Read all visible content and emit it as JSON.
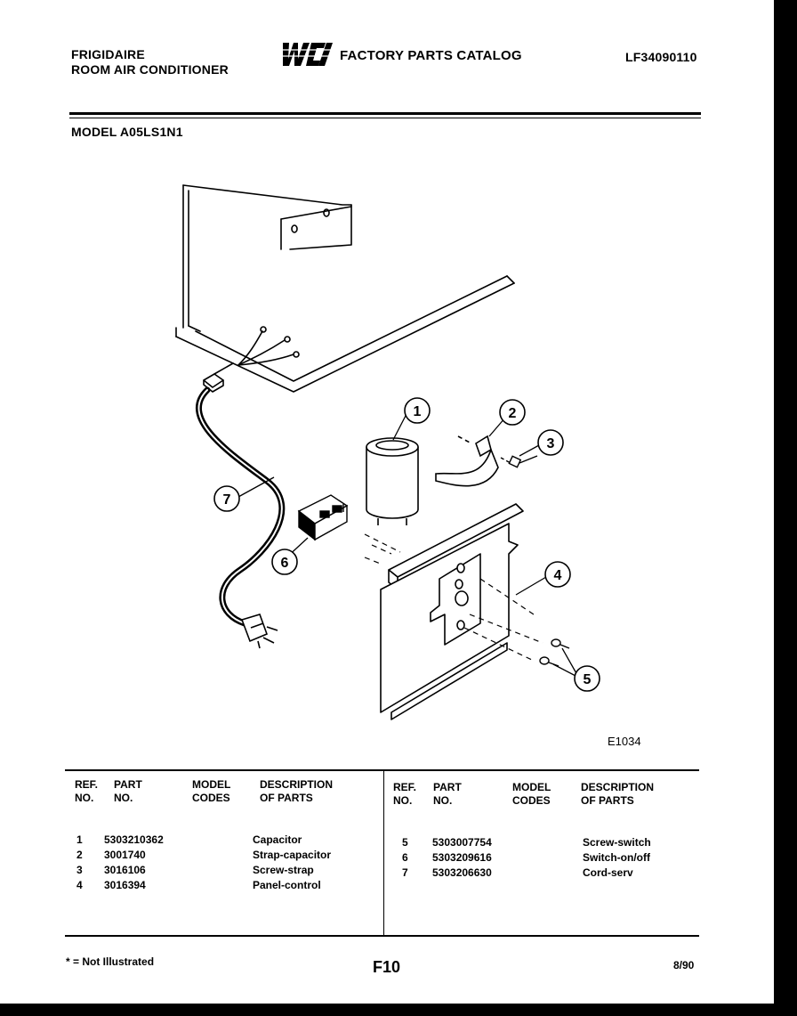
{
  "header": {
    "brand_line1": "FRIGIDAIRE",
    "brand_line2": "ROOM AIR CONDITIONER",
    "logo_text": "WCI",
    "catalog_title": "FACTORY PARTS CATALOG",
    "catalog_number": "LF34090110"
  },
  "model": "MODEL A05LS1N1",
  "diagram": {
    "figure_id": "E1034",
    "callouts": [
      "1",
      "2",
      "3",
      "4",
      "5",
      "6",
      "7"
    ]
  },
  "table": {
    "headers": {
      "ref": [
        "REF.",
        "NO."
      ],
      "part": [
        "PART",
        "NO."
      ],
      "model": [
        "MODEL",
        "CODES"
      ],
      "desc": [
        "DESCRIPTION",
        "OF PARTS"
      ]
    },
    "left_rows": [
      {
        "ref": "1",
        "part": "5303210362",
        "desc": "Capacitor"
      },
      {
        "ref": "2",
        "part": "3001740",
        "desc": "Strap-capacitor"
      },
      {
        "ref": "3",
        "part": "3016106",
        "desc": "Screw-strap"
      },
      {
        "ref": "4",
        "part": "3016394",
        "desc": "Panel-control"
      }
    ],
    "right_rows": [
      {
        "ref": "5",
        "part": "5303007754",
        "desc": "Screw-switch"
      },
      {
        "ref": "6",
        "part": "5303209616",
        "desc": "Switch-on/off"
      },
      {
        "ref": "7",
        "part": "5303206630",
        "desc": "Cord-serv"
      }
    ]
  },
  "footer": {
    "note": "* = Not Illustrated",
    "page": "F10",
    "date": "8/90"
  }
}
